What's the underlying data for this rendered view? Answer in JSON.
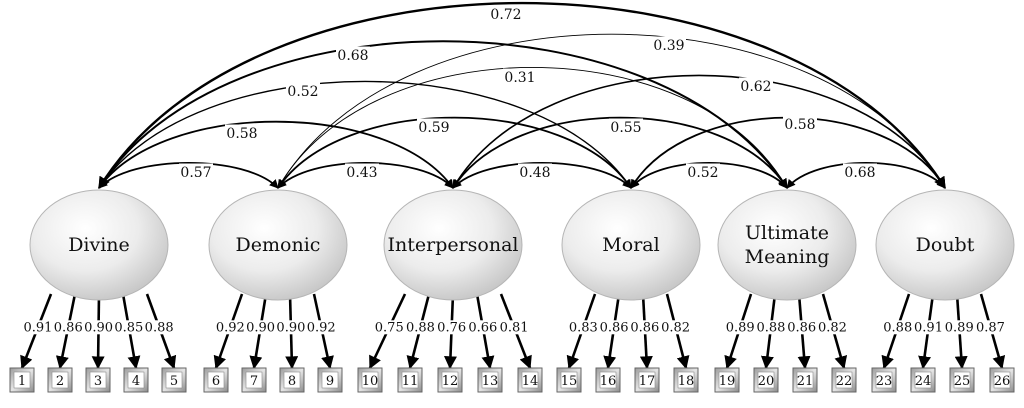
{
  "factors": [
    {
      "id": "divine",
      "label": [
        "Divine"
      ]
    },
    {
      "id": "demonic",
      "label": [
        "Demonic"
      ]
    },
    {
      "id": "interpersonal",
      "label": [
        "Interpersonal"
      ]
    },
    {
      "id": "moral",
      "label": [
        "Moral"
      ]
    },
    {
      "id": "ultimate-meaning",
      "label": [
        "Ultimate",
        "Meaning"
      ]
    },
    {
      "id": "doubt",
      "label": [
        "Doubt"
      ]
    }
  ],
  "loadings": [
    {
      "factor": "divine",
      "items": [
        {
          "n": "1",
          "v": "0.91"
        },
        {
          "n": "2",
          "v": "0.86"
        },
        {
          "n": "3",
          "v": "0.90"
        },
        {
          "n": "4",
          "v": "0.85"
        },
        {
          "n": "5",
          "v": "0.88"
        }
      ]
    },
    {
      "factor": "demonic",
      "items": [
        {
          "n": "6",
          "v": "0.92"
        },
        {
          "n": "7",
          "v": "0.90"
        },
        {
          "n": "8",
          "v": "0.90"
        },
        {
          "n": "9",
          "v": "0.92"
        }
      ]
    },
    {
      "factor": "interpersonal",
      "items": [
        {
          "n": "10",
          "v": "0.75"
        },
        {
          "n": "11",
          "v": "0.88"
        },
        {
          "n": "12",
          "v": "0.76"
        },
        {
          "n": "13",
          "v": "0.66"
        },
        {
          "n": "14",
          "v": "0.81"
        }
      ]
    },
    {
      "factor": "moral",
      "items": [
        {
          "n": "15",
          "v": "0.83"
        },
        {
          "n": "16",
          "v": "0.86"
        },
        {
          "n": "17",
          "v": "0.86"
        },
        {
          "n": "18",
          "v": "0.82"
        }
      ]
    },
    {
      "factor": "ultimate-meaning",
      "items": [
        {
          "n": "19",
          "v": "0.89"
        },
        {
          "n": "20",
          "v": "0.88"
        },
        {
          "n": "21",
          "v": "0.86"
        },
        {
          "n": "22",
          "v": "0.82"
        }
      ]
    },
    {
      "factor": "doubt",
      "items": [
        {
          "n": "23",
          "v": "0.88"
        },
        {
          "n": "24",
          "v": "0.91"
        },
        {
          "n": "25",
          "v": "0.89"
        },
        {
          "n": "26",
          "v": "0.87"
        }
      ]
    }
  ],
  "correlations": [
    {
      "from": "divine",
      "to": "demonic",
      "value": "0.57"
    },
    {
      "from": "demonic",
      "to": "interpersonal",
      "value": "0.43"
    },
    {
      "from": "interpersonal",
      "to": "moral",
      "value": "0.48"
    },
    {
      "from": "moral",
      "to": "ultimate-meaning",
      "value": "0.52"
    },
    {
      "from": "ultimate-meaning",
      "to": "doubt",
      "value": "0.68"
    },
    {
      "from": "divine",
      "to": "interpersonal",
      "value": "0.58"
    },
    {
      "from": "demonic",
      "to": "moral",
      "value": "0.59"
    },
    {
      "from": "interpersonal",
      "to": "ultimate-meaning",
      "value": "0.55"
    },
    {
      "from": "moral",
      "to": "doubt",
      "value": "0.58"
    },
    {
      "from": "divine",
      "to": "moral",
      "value": "0.52"
    },
    {
      "from": "interpersonal",
      "to": "doubt",
      "value": "0.62"
    },
    {
      "from": "demonic",
      "to": "ultimate-meaning",
      "value": "0.31"
    },
    {
      "from": "divine",
      "to": "ultimate-meaning",
      "value": "0.68"
    },
    {
      "from": "demonic",
      "to": "doubt",
      "value": "0.39"
    },
    {
      "from": "divine",
      "to": "doubt",
      "value": "0.72"
    }
  ]
}
